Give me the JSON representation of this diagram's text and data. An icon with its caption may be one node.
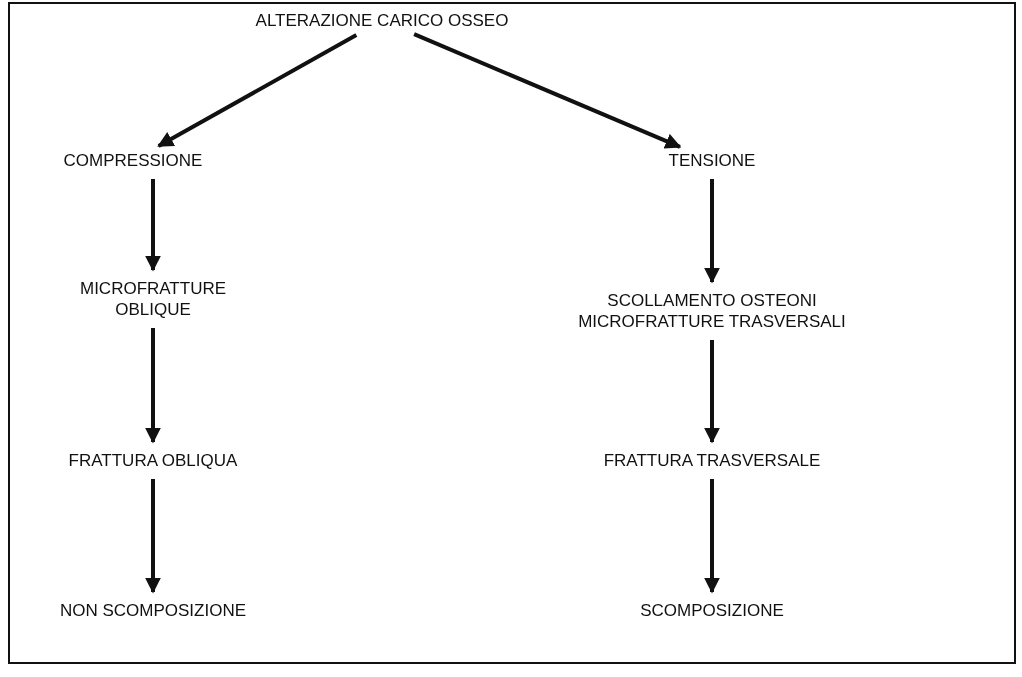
{
  "diagram": {
    "nodes": [
      {
        "text": [
          "ALTERAZIONE CARICO OSSEO"
        ]
      },
      {
        "text": [
          "COMPRESSIONE"
        ]
      },
      {
        "text": [
          "TENSIONE"
        ]
      },
      {
        "text": [
          "MICROFRATTURE OBLIQUE"
        ]
      },
      {
        "text": [
          "SCOLLAMENTO OSTEONI MICROFRATTURE TRASVERSALI"
        ]
      },
      {
        "text": [
          "FRATTURA OBLIQUA"
        ]
      },
      {
        "text": [
          "FRATTURA TRASVERSALE"
        ]
      },
      {
        "text": [
          "NON SCOMPOSIZIONE"
        ]
      },
      {
        "text": [
          "SCOMPOSIZIONE"
        ]
      }
    ],
    "edges": [
      {
        "from": 0,
        "to": 1,
        "arrow": "to"
      },
      {
        "from": 0,
        "to": 2,
        "arrow": "to"
      },
      {
        "from": 1,
        "to": 3,
        "arrow": "to"
      },
      {
        "from": 3,
        "to": 5,
        "arrow": "to"
      },
      {
        "from": 5,
        "to": 7,
        "arrow": "to"
      },
      {
        "from": 2,
        "to": 4,
        "arrow": "to"
      },
      {
        "from": 4,
        "to": 6,
        "arrow": "to"
      },
      {
        "from": 6,
        "to": 8,
        "arrow": "to"
      }
    ]
  }
}
